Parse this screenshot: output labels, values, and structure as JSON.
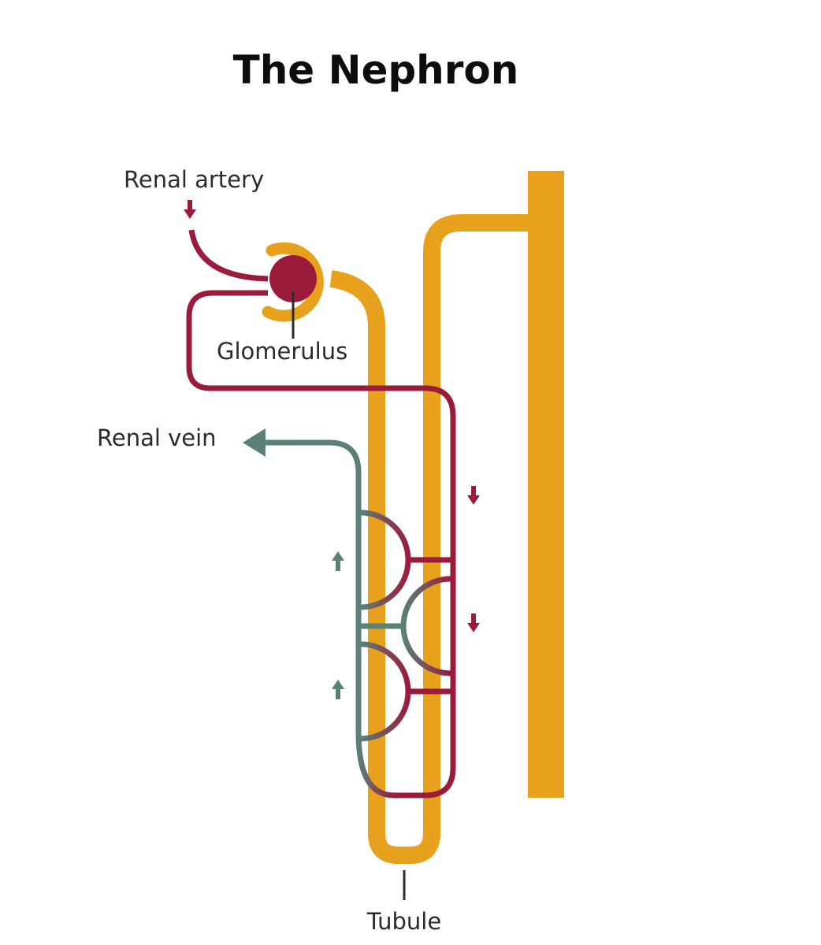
{
  "title": "The Nephron",
  "labels": {
    "renal_artery": "Renal artery",
    "glomerulus": "Glomerulus",
    "renal_vein": "Renal vein",
    "tubule": "Tubule"
  },
  "colors": {
    "tubule": "#E8A11C",
    "artery": "#9B1B3A",
    "vein": "#5A8078",
    "text": "#2b2b2b",
    "background": "#ffffff"
  }
}
